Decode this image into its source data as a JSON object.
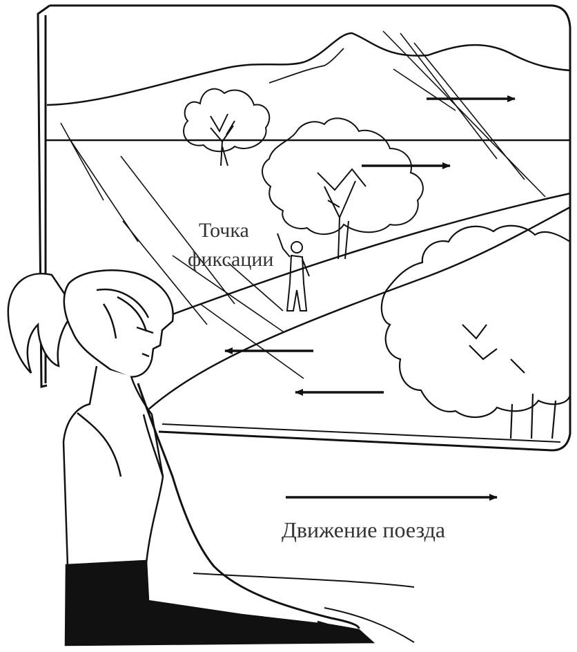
{
  "labels": {
    "fixation_line1": "Точка",
    "fixation_line2": "фиксации",
    "train_motion": "Движение поезда"
  },
  "arrows": [
    {
      "id": "far-1",
      "direction": "right"
    },
    {
      "id": "far-2",
      "direction": "right"
    },
    {
      "id": "near-1",
      "direction": "left"
    },
    {
      "id": "near-2",
      "direction": "left"
    },
    {
      "id": "train",
      "direction": "right"
    }
  ],
  "colors": {
    "ink": "#111111",
    "text": "#333333",
    "background": "#ffffff"
  }
}
